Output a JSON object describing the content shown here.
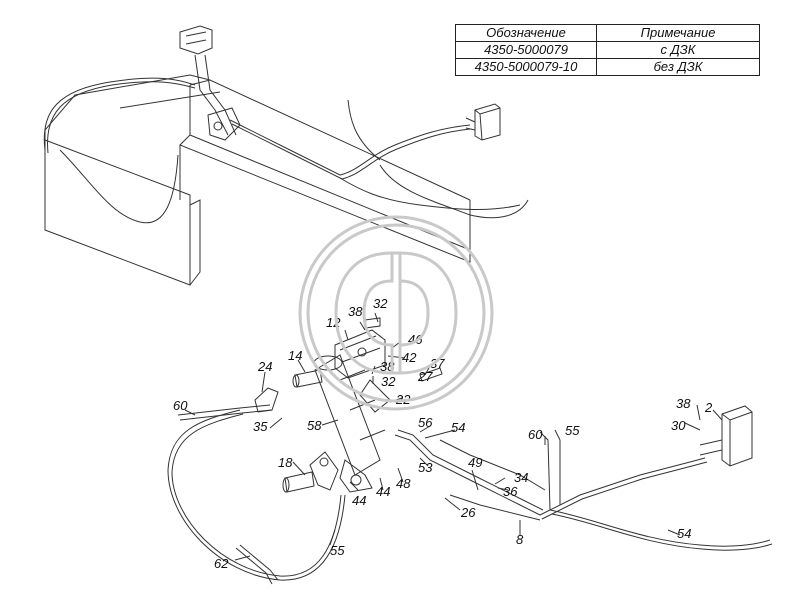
{
  "table": {
    "headers": [
      "Обозначение",
      "Примечание"
    ],
    "rows": [
      [
        "4350-5000079",
        "с ДЗК"
      ],
      [
        "4350-5000079-10",
        "без ДЗК"
      ]
    ]
  },
  "callouts": [
    "38",
    "32",
    "12",
    "46",
    "42",
    "14",
    "24",
    "38",
    "37",
    "32",
    "27",
    "22",
    "60",
    "35",
    "58",
    "56",
    "54",
    "38",
    "2",
    "30",
    "60",
    "55",
    "18",
    "44",
    "44",
    "48",
    "53",
    "49",
    "34",
    "36",
    "26",
    "8",
    "55",
    "54",
    "62"
  ],
  "colors": {
    "line": "#333333",
    "watermark": "#c9c9c9",
    "text": "#111111"
  }
}
